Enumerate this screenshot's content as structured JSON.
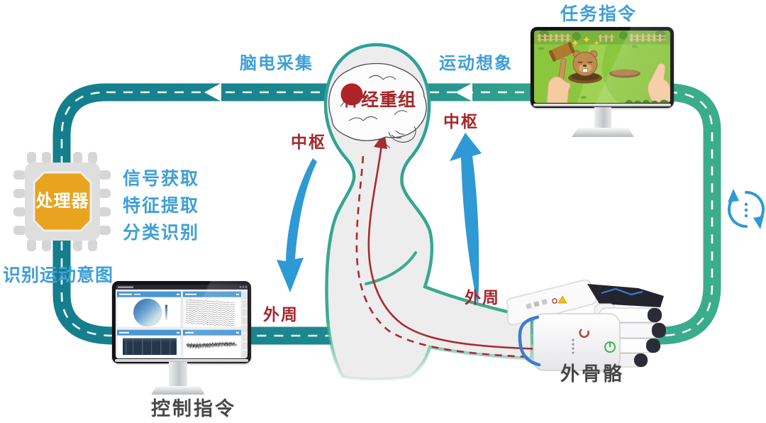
{
  "diagram": {
    "labels": {
      "task_command": "任务指令",
      "eeg_acquisition": "脑电采集",
      "motor_imagery": "运动想象",
      "neural_reorganization": "神经重组",
      "central": "中枢",
      "peripheral": "外周",
      "processor": "处理器",
      "steps": [
        "信号获取",
        "特征提取",
        "分类识别"
      ],
      "recognize_intent": "识别运动意图",
      "exoskeleton": "外骨骼",
      "control_command": "控制指令"
    },
    "icons": {
      "loop_road": "closed-loop-road",
      "road_arrows": "left-triangle-arrow",
      "refresh": "refresh-cycle-icon",
      "chip": "processor-chip-icon",
      "brain": "brain-sketch-icon",
      "hand": "exoskeleton-hand-icon"
    },
    "colors": {
      "road_teal": "#147e8d",
      "road_green": "#3bad8b",
      "label_blue": "#3f9fd8",
      "label_red": "#a5282c",
      "text_dark": "#474747",
      "arrow_blue": "#2e99d4",
      "nerve_red": "#aa2a2e",
      "chip_orange": "#e9a41f",
      "body_fill": "#ededee",
      "body_outline": "#2da099",
      "panel_blue": "#4a96d2",
      "game_grass": "#8cc63f"
    }
  }
}
